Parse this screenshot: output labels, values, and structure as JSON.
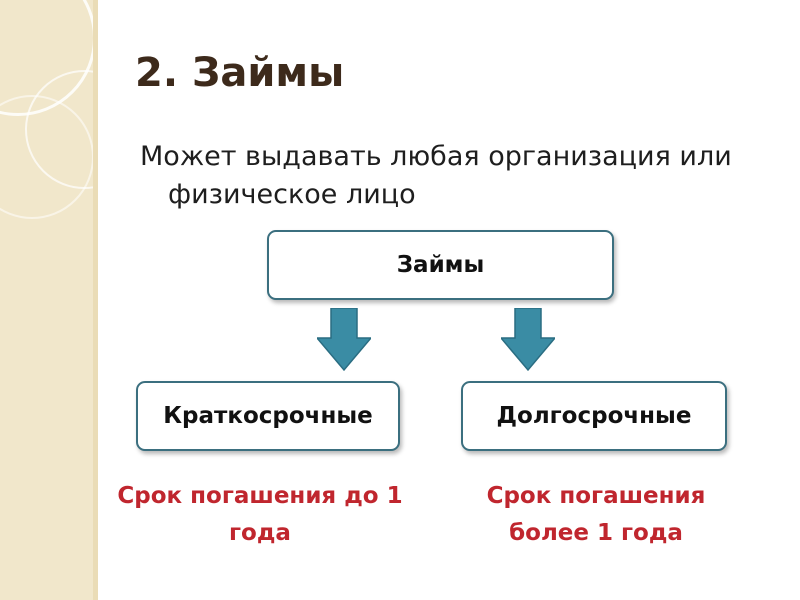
{
  "slide": {
    "title": "2. Займы",
    "subtitle": "Может выдавать любая организация или физическое лицо"
  },
  "diagram": {
    "root": "Займы",
    "left_box": "Краткосрочные",
    "right_box": "Долгосрочные",
    "left_note": "Срок погашения до 1 года",
    "right_note": "Срок погашения более 1 года"
  },
  "colors": {
    "sidebar": "#f1e7cb",
    "title": "#3d2a1b",
    "box_border": "#3b6f7f",
    "arrow": "#3a8ca4",
    "note": "#c0262e"
  }
}
